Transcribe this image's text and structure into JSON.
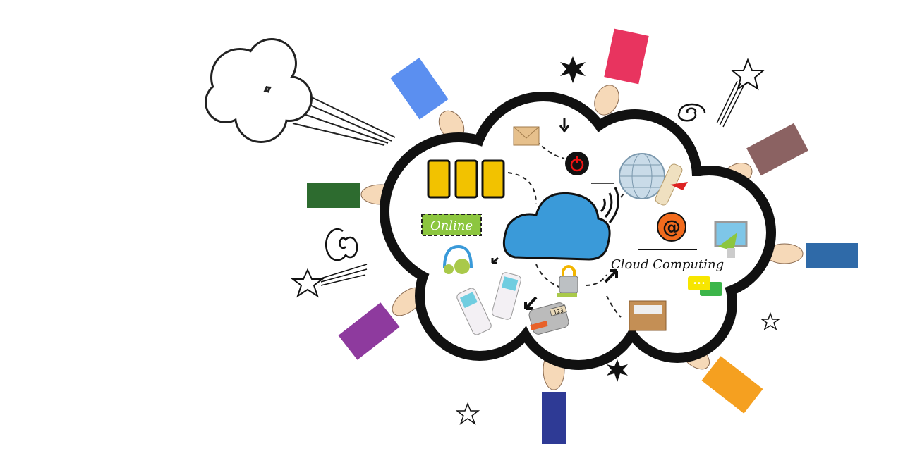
{
  "illustration": {
    "online_label": "Online",
    "title": "Cloud Computing",
    "at_symbol": "@",
    "terminal_display": "123"
  },
  "colors": {
    "cloud_blue": "#3a9ad9",
    "online_green": "#8cc63f",
    "at_orange": "#f26b1d",
    "server_yellow": "#f2c200",
    "card_blue": "#5b8ff0",
    "card_pink": "#e8345f",
    "card_brown": "#8b6262",
    "card_steel": "#2f6aa8",
    "card_orange": "#f5a020",
    "card_navy": "#2e3a95",
    "card_purple": "#8e3a9e",
    "card_green": "#2d6b2f",
    "skin": "#f6d9b8"
  }
}
